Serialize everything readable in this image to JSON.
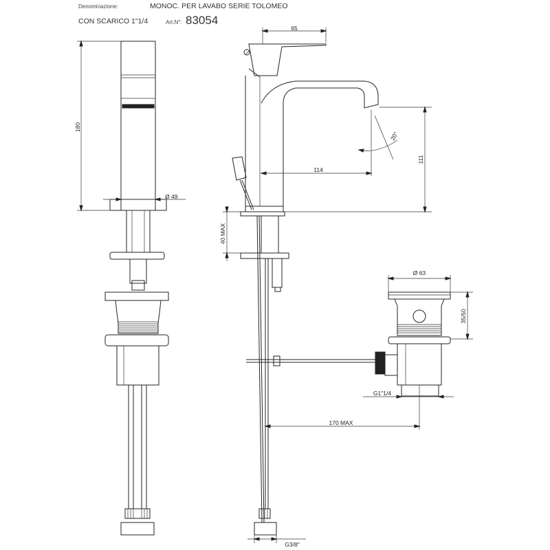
{
  "header": {
    "denominazione_label": "Denominazione:",
    "product_name": "MONOC. PER LAVABO SERIE TOLOMEO",
    "subtitle": "CON SCARICO 1\"1/4",
    "art_label": "Art.N°:",
    "art_number": "83054"
  },
  "dimensions": {
    "width_top": "65",
    "height_total": "180",
    "body_diameter": "Ø 49",
    "angle": "20°",
    "spout_reach": "114",
    "spout_height": "111",
    "deck_thickness": "40 MAX",
    "drain_diameter": "Ø 63",
    "drain_height": "35/50",
    "drain_thread": "G1\"1/4",
    "rod_length": "170 MAX",
    "hose_thread": "G3/8\""
  }
}
